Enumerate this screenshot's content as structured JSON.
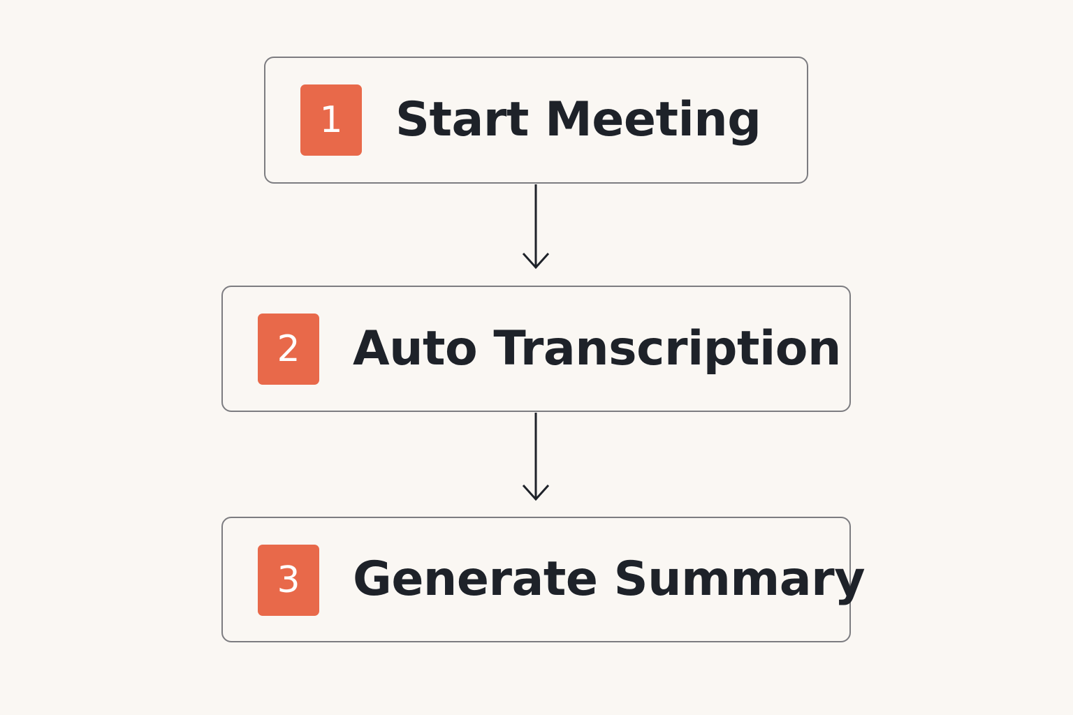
{
  "colors": {
    "background": "#faf7f3",
    "badge": "#e8694a",
    "box_border": "#7c7c80",
    "text": "#1e2229",
    "arrow": "#1e2229"
  },
  "steps": [
    {
      "number": "1",
      "label": "Start Meeting"
    },
    {
      "number": "2",
      "label": "Auto Transcription"
    },
    {
      "number": "3",
      "label": "Generate Summary"
    }
  ],
  "connectors": [
    {
      "from": "1",
      "to": "2",
      "icon": "arrow-down-icon"
    },
    {
      "from": "2",
      "to": "3",
      "icon": "arrow-down-icon"
    }
  ]
}
